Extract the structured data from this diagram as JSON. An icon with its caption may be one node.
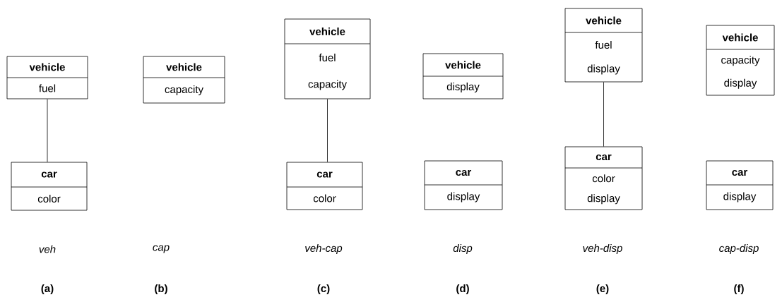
{
  "diagram": {
    "nodes": [
      {
        "text": [
          "vehicle",
          "fuel"
        ]
      },
      {
        "text": [
          "car",
          "color"
        ]
      },
      {
        "text": [
          "vehicle",
          "capacity"
        ]
      },
      {
        "text": [
          "vehicle",
          "fuel",
          "capacity"
        ]
      },
      {
        "text": [
          "car",
          "color"
        ]
      },
      {
        "text": [
          "vehicle",
          "display"
        ]
      },
      {
        "text": [
          "car",
          "display"
        ]
      },
      {
        "text": [
          "vehicle",
          "fuel",
          "display"
        ]
      },
      {
        "text": [
          "car",
          "color",
          "display"
        ]
      },
      {
        "text": [
          "vehicle",
          "capacity",
          "display"
        ]
      },
      {
        "text": [
          "car",
          "display"
        ]
      }
    ],
    "edges": [
      {
        "from": 0,
        "to": 1,
        "arrow": "none"
      },
      {
        "from": 3,
        "to": 4,
        "arrow": "none"
      },
      {
        "from": 7,
        "to": 8,
        "arrow": "none"
      }
    ],
    "labels": [
      "veh",
      "cap",
      "veh-cap",
      "disp",
      "veh-disp",
      "cap-disp",
      "(a)",
      "(b)",
      "(c)",
      "(d)",
      "(e)",
      "(f)"
    ]
  }
}
